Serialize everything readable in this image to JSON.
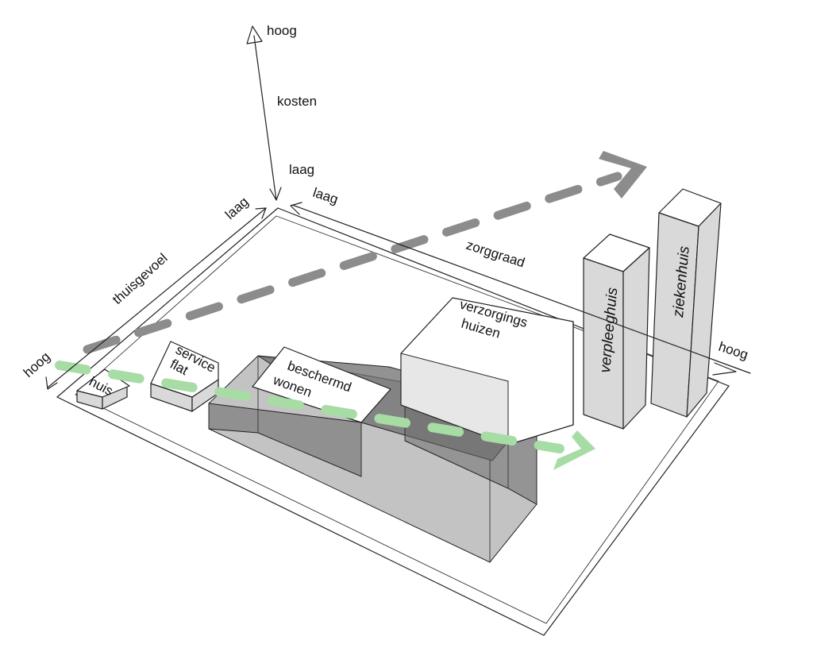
{
  "axes": {
    "kosten": {
      "label": "kosten",
      "high": "hoog",
      "low": "laag"
    },
    "zorggraad": {
      "label": "zorggraad",
      "low": "laag",
      "high": "hoog"
    },
    "thuisgevoel": {
      "label": "thuisgevoel",
      "low": "laag",
      "high": "hoog"
    }
  },
  "blocks": {
    "huis": "huis",
    "service_flat_line1": "service",
    "service_flat_line2": "flat",
    "beschermd_line1": "beschermd",
    "beschermd_line2": "wonen",
    "verzorgings_line1": "verzorgings",
    "verzorgings_line2": "huizen",
    "verpleeghuis": "verpleeghuis",
    "ziekenhuis": "ziekenhuis"
  },
  "colors": {
    "cost_arrow": "#8c8c8c",
    "home_feeling_arrow": "#a7dca5",
    "shadow_dark": "#6e6e6e",
    "shadow_light": "#b9b9b9",
    "block_side": "#d9d9d9"
  }
}
